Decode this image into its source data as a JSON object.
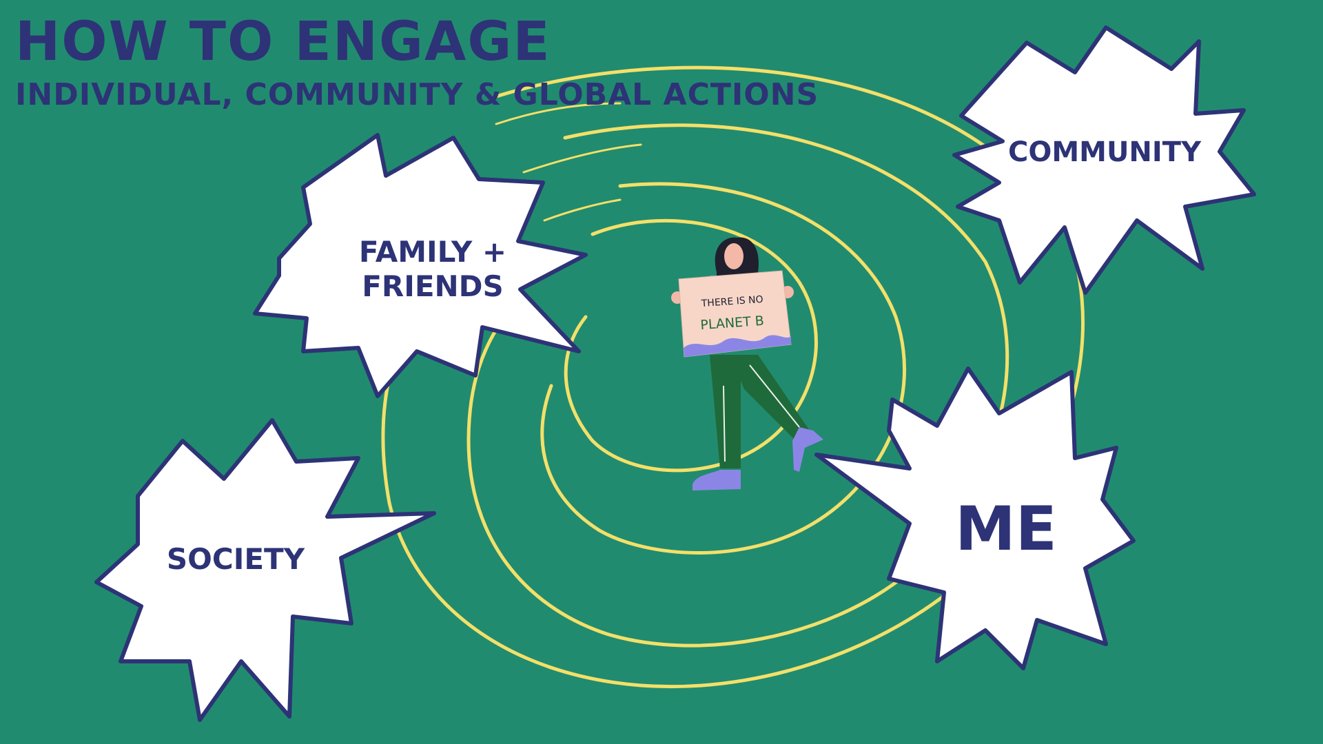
{
  "header": {
    "title": "HOW TO ENGAGE",
    "subtitle": "INDIVIDUAL, COMMUNITY & GLOBAL ACTIONS"
  },
  "bubbles": {
    "family_line1": "FAMILY +",
    "family_line2": "FRIENDS",
    "community": "COMMUNITY",
    "society": "SOCIETY",
    "me": "ME"
  },
  "figure": {
    "sign_line1": "THERE IS NO",
    "sign_line2": "PLANET B"
  },
  "colors": {
    "background": "#218b6f",
    "ink": "#2d3376",
    "spiral": "#f3e06a",
    "bubble_fill": "#ffffff",
    "sign": "#f7d6c8",
    "pants": "#1f6a3a",
    "shoes": "#8b86e6"
  }
}
